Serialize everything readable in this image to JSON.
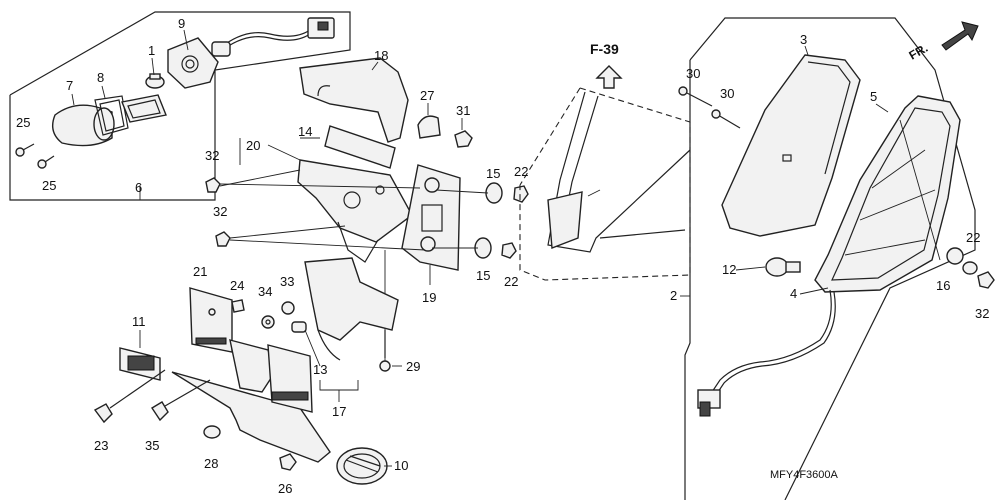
{
  "diagram": {
    "ref_label": "F-39",
    "direction_label": "FR.",
    "part_code": "MFY4F3600A",
    "callouts": {
      "c1": "1",
      "c2": "2",
      "c3": "3",
      "c4": "4",
      "c5": "5",
      "c6": "6",
      "c7": "7",
      "c8": "8",
      "c9": "9",
      "c10": "10",
      "c11": "11",
      "c12": "12",
      "c13": "13",
      "c14": "14",
      "c15a": "15",
      "c15b": "15",
      "c16": "16",
      "c17": "17",
      "c18": "18",
      "c19": "19",
      "c20": "20",
      "c21": "21",
      "c22a": "22",
      "c22b": "22",
      "c22c": "22",
      "c23": "23",
      "c24": "24",
      "c25a": "25",
      "c25b": "25",
      "c26": "26",
      "c27": "27",
      "c28": "28",
      "c29": "29",
      "c30a": "30",
      "c30b": "30",
      "c31": "31",
      "c32a": "32",
      "c32b": "32",
      "c32c": "32",
      "c33": "33",
      "c34": "34",
      "c35": "35"
    }
  }
}
